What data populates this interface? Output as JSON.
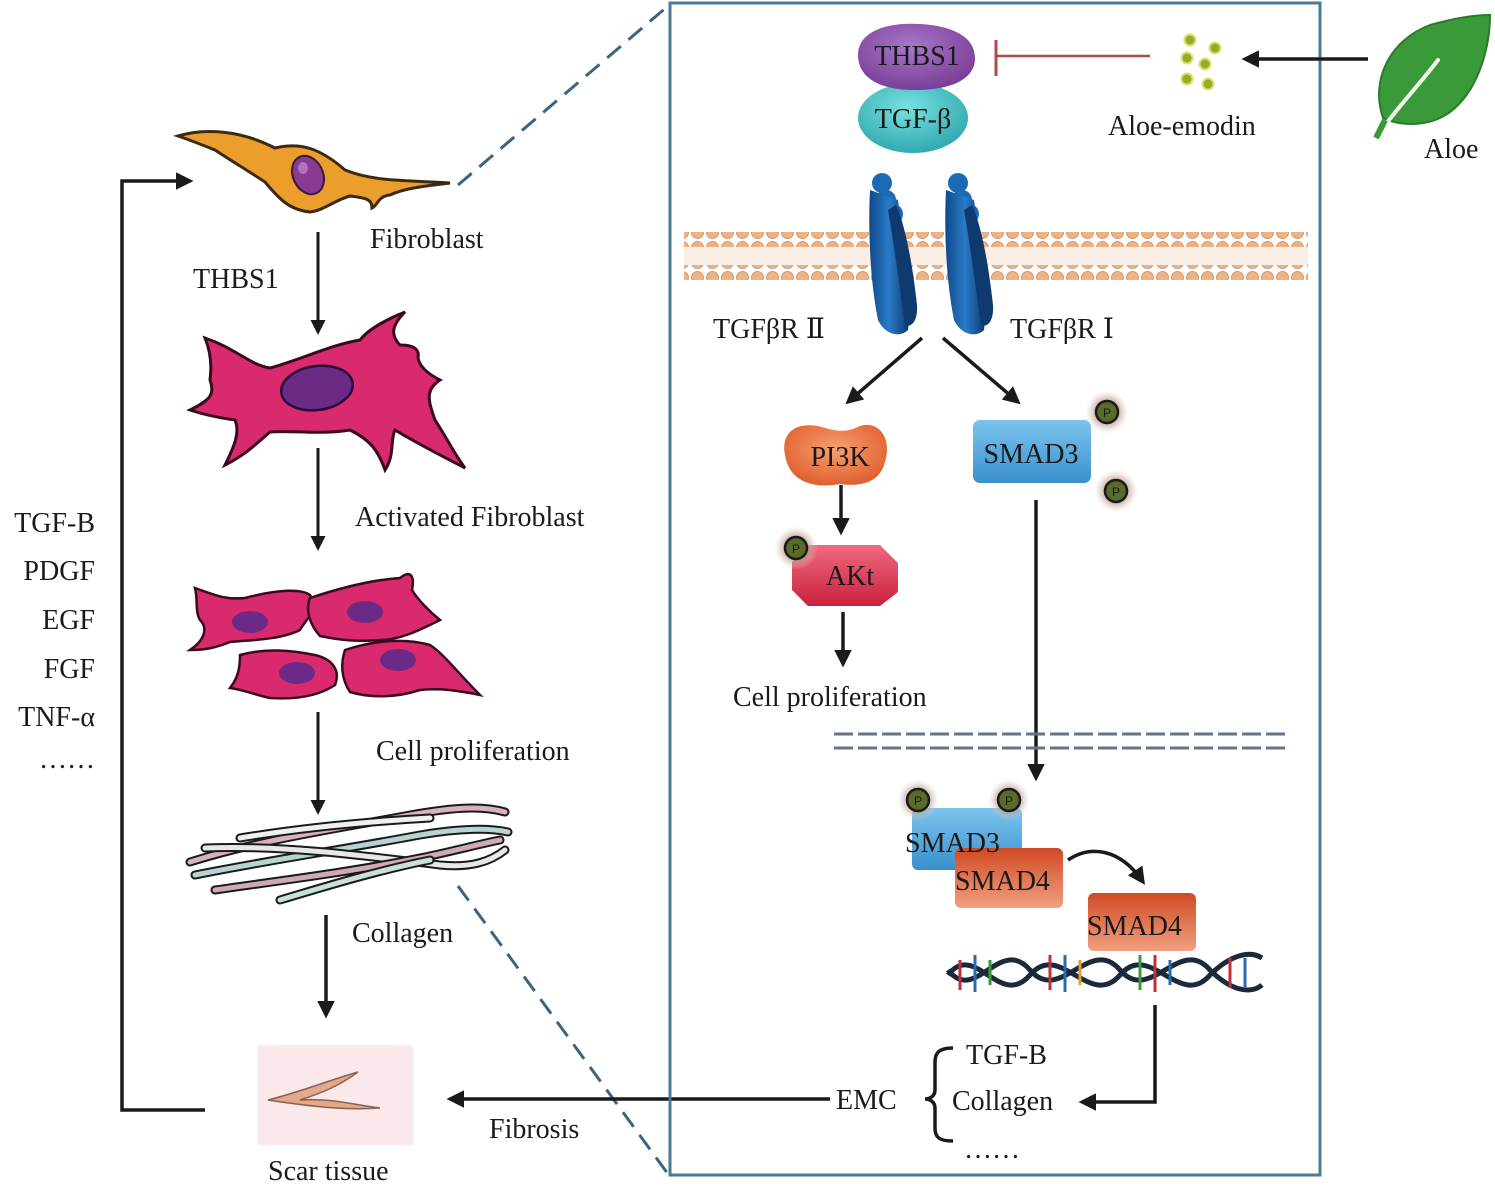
{
  "left_panel": {
    "fibroblast_label": "Fibroblast",
    "thbs1_label": "THBS1",
    "activated_label": "Activated Fibroblast",
    "proliferation_label": "Cell proliferation",
    "collagen_label": "Collagen",
    "scar_label": "Scar tissue",
    "fibrosis_label": "Fibrosis",
    "factors": [
      "TGF-B",
      "PDGF",
      "EGF",
      "FGF",
      "TNF-α",
      "……"
    ]
  },
  "right_panel": {
    "thbs1": "THBS1",
    "tgf_beta": "TGF-β",
    "aloe_emodin": "Aloe-emodin",
    "aloe": "Aloe",
    "receptor_2": "TGFβR Ⅱ",
    "receptor_1": "TGFβR Ⅰ",
    "pi3k": "PI3K",
    "akt": "AKt",
    "smad3": "SMAD3",
    "cell_proliferation": "Cell proliferation",
    "smad3_complex": "SMAD3",
    "smad4_complex": "SMAD4",
    "smad4_free": "SMAD4",
    "phospho": "P",
    "emc": "EMC",
    "emc_items": [
      "TGF-B",
      "Collagen",
      "……"
    ]
  },
  "colors": {
    "panel_border": "#4a7a96",
    "fibroblast": "#e89a2a",
    "activated": "#d4286a",
    "nucleus": "#6a2a7a",
    "thbs1": "#8a55a8",
    "tgf_beta": "#4cc4c4",
    "receptor": "#1a5ea8",
    "membrane": "#e8b07a",
    "pi3k": "#e8784a",
    "akt": "#e0405a",
    "smad3": "#5aaee0",
    "smad4": "#e0603a",
    "leaf": "#3a9a3a",
    "emodin": "#a8b830",
    "inhibit": "#b04a4a"
  }
}
